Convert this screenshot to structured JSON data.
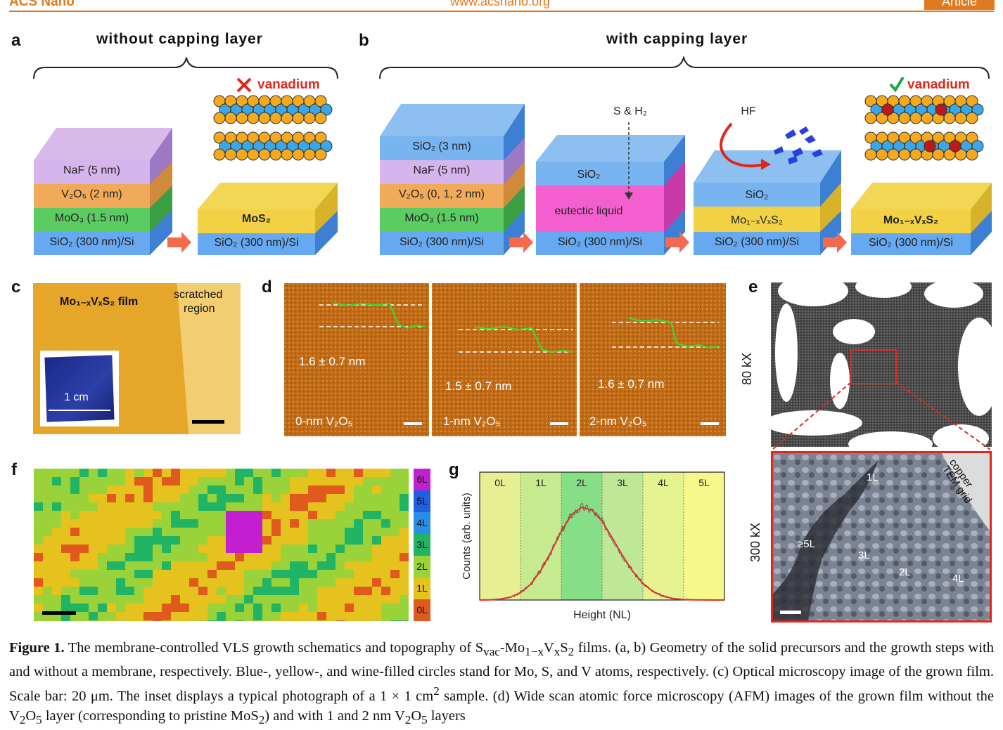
{
  "header": {
    "journal": "ACS Nano",
    "url": "www.acsnano.org",
    "type": "Article"
  },
  "panel_letters": [
    "a",
    "b",
    "c",
    "d",
    "e",
    "f",
    "g"
  ],
  "panel_a": {
    "title": "without capping layer",
    "note": "vanadium",
    "layers": [
      "NaF (5 nm)",
      "V₂O₅ (2 nm)",
      "MoO₃ (1.5 nm)",
      "SiO₂ (300 nm)/Si"
    ],
    "product_layers": [
      "MoS₂",
      "SiO₂ (300 nm)/Si"
    ]
  },
  "panel_b": {
    "title": "with capping layer",
    "note": "vanadium",
    "stack1": [
      "SiO₂ (3 nm)",
      "NaF (5 nm)",
      "V₂O₅ (0, 1, 2 nm)",
      "MoO₃ (1.5 nm)",
      "SiO₂ (300 nm)/Si"
    ],
    "stack2_gas": "S & H₂",
    "stack2": [
      "SiO₂",
      "eutectic liquid",
      "SiO₂ (300 nm)/Si"
    ],
    "stack3_gas": "HF",
    "stack3": [
      "SiO₂",
      "Mo₁₋ₓVₓS₂",
      "SiO₂ (300 nm)/Si"
    ],
    "stack4": [
      "Mo₁₋ₓVₓS₂",
      "SiO₂ (300 nm)/Si"
    ]
  },
  "panel_c": {
    "film_label": "Mo₁₋ₓVₓS₂ film",
    "scratched_label_1": "scratched",
    "scratched_label_2": "region",
    "inset_label": "1 cm"
  },
  "panel_d": {
    "images": [
      {
        "step": "1.6 ± 0.7 nm",
        "label": "0-nm V₂O₅"
      },
      {
        "step": "1.5 ± 0.7 nm",
        "label": "1-nm V₂O₅"
      },
      {
        "step": "1.6 ± 0.7 nm",
        "label": "2-nm V₂O₅"
      }
    ]
  },
  "panel_e": {
    "mag_low": "80 kX",
    "mag_high": "300 kX",
    "grid_label_1": "copper",
    "grid_label_2": "TEM grid",
    "annotations": [
      "1L",
      "≥5L",
      "3L",
      "2L",
      "4L"
    ]
  },
  "panel_f": {
    "legend": [
      {
        "label": "6L",
        "color": "#c21fd0"
      },
      {
        "label": "5L",
        "color": "#1f5fe0"
      },
      {
        "label": "4L",
        "color": "#2a8ee8"
      },
      {
        "label": "3L",
        "color": "#21b464"
      },
      {
        "label": "2L",
        "color": "#9ad23a"
      },
      {
        "label": "1L",
        "color": "#e6c21e"
      },
      {
        "label": "0L",
        "color": "#e05a1e"
      }
    ]
  },
  "chart_data": {
    "type": "line",
    "xlabel": "Height (NL)",
    "ylabel": "Counts (arb. units)",
    "categories": [
      "0L",
      "1L",
      "2L",
      "3L",
      "4L",
      "5L"
    ],
    "band_colors": [
      "#e6ef92",
      "#c6ea8e",
      "#86de86",
      "#bfe896",
      "#e4f290",
      "#f7f88c"
    ],
    "x": [
      0,
      0.25,
      0.5,
      0.75,
      1,
      1.25,
      1.5,
      1.75,
      2,
      2.25,
      2.5,
      2.75,
      3,
      3.25,
      3.5,
      3.75,
      4,
      4.25,
      4.5,
      4.75,
      5,
      5.25,
      5.5,
      5.75,
      6
    ],
    "series": [
      {
        "values": [
          0,
          0.002,
          0.01,
          0.03,
          0.08,
          0.17,
          0.32,
          0.52,
          0.74,
          0.92,
          1.0,
          0.97,
          0.85,
          0.67,
          0.48,
          0.31,
          0.18,
          0.09,
          0.04,
          0.015,
          0.005,
          0.002,
          0.001,
          0,
          0
        ],
        "color": "#e0302a"
      }
    ],
    "grid": true
  },
  "caption": {
    "label": "Figure 1.",
    "text": " The membrane-controlled VLS growth schematics and topography of S",
    "sub1": "vac",
    "text2": "-Mo",
    "sub2": "1−x",
    "text3": "V",
    "sub3": "x",
    "text4": "S",
    "sub4": "2",
    "text5": " films. (a, b) Geometry of the solid precursors and the growth steps with and without a membrane, respectively. Blue-, yellow-, and wine-filled circles stand for Mo, S, and V atoms, respectively. (c) Optical microscopy image of the grown film. Scale bar: 20 μm. The inset displays a typical photograph of a 1 × 1 cm",
    "sup1": "2",
    "text6": " sample. (d) Wide scan atomic force microscopy (AFM) images of the grown film without the V",
    "sub5": "2",
    "text7": "O",
    "sub6": "5",
    "text8": " layer (corresponding to pristine MoS",
    "sub7": "2",
    "text9": ") and with 1 and 2 nm V",
    "sub8": "2",
    "text10": "O",
    "sub9": "5",
    "text11": " layers"
  }
}
